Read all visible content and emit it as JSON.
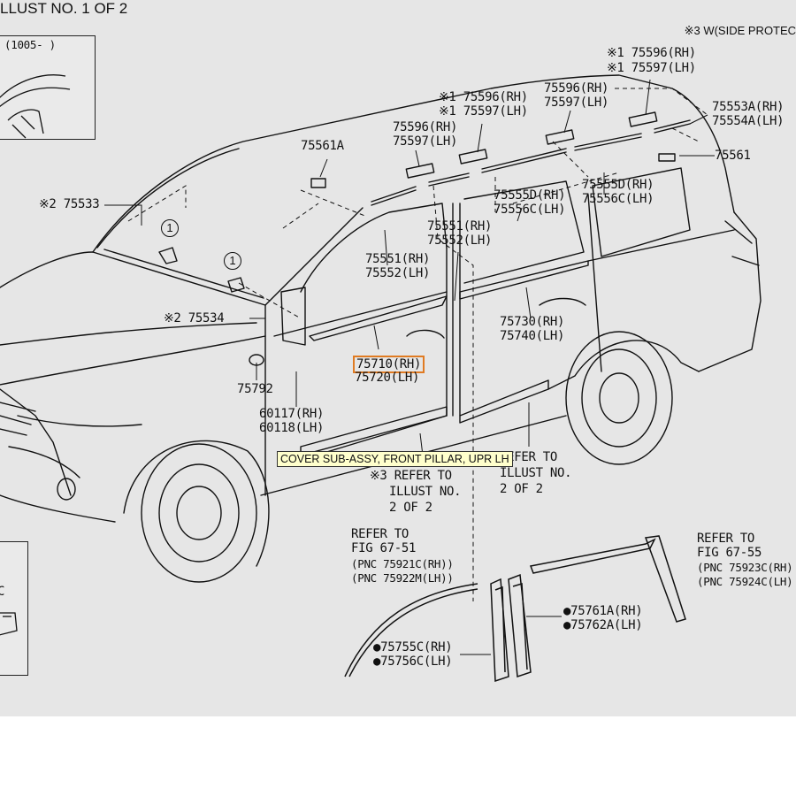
{
  "header": {
    "title": "LLUST NO. 1 OF 2",
    "note_right": "※3 W(SIDE PROTECT"
  },
  "inset": {
    "label": "(1005-       )"
  },
  "inset_bottom": {
    "label": "C"
  },
  "callouts": {
    "c1": "※1 75596(RH)",
    "c2": "※1 75597(LH)",
    "c3": "75553A(RH)",
    "c4": "75554A(LH)",
    "c5": "※1 75596(RH)",
    "c6": "※1 75597(LH)",
    "c7": "75596(RH)",
    "c8": "75597(LH)",
    "c9": "75596(RH)",
    "c10": "75597(LH)",
    "c11": "75561A",
    "c12": "75561",
    "c13": "※2 75533",
    "c14": "75555D(RH)",
    "c15": "75556C(LH)",
    "c16": "75555D(RH)",
    "c17": "75556C(LH)",
    "c18": "75551(RH)",
    "c19": "75552(LH)",
    "c20": "75551(RH)",
    "c21": "75552(LH)",
    "c22": "※2 75534",
    "c23": "75730(RH)",
    "c24": "75740(LH)",
    "c25": "75710(RH)",
    "c26": "75720(LH)",
    "c27": "75792",
    "c28": "60117(RH)",
    "c29": "60118(LH)",
    "c30": "※3 REFER TO",
    "c31": "ILLUST NO.",
    "c32": "2 OF 2",
    "c33": "REFER TO",
    "c34": "ILLUST NO.",
    "c35": "2 OF 2",
    "c36": "REFER TO",
    "c37": "FIG 67-51",
    "c38": "(PNC 75921C(RH))",
    "c39": "(PNC 75922M(LH))",
    "c40": "REFER TO",
    "c41": "FIG 67-55",
    "c42": "(PNC 75923C(RH)",
    "c43": "(PNC 75924C(LH)",
    "c44": "●75761A(RH)",
    "c45": "●75762A(LH)",
    "c46": "●75755C(RH)",
    "c47": "●75756C(LH)",
    "circle1": "1",
    "circle2": "1"
  },
  "tooltip": "COVER SUB-ASSY, FRONT PILLAR, UPR LH",
  "colors": {
    "background": "#e6e6e6",
    "highlight": "#e07b22",
    "tooltip_bg": "#ffffcc"
  }
}
